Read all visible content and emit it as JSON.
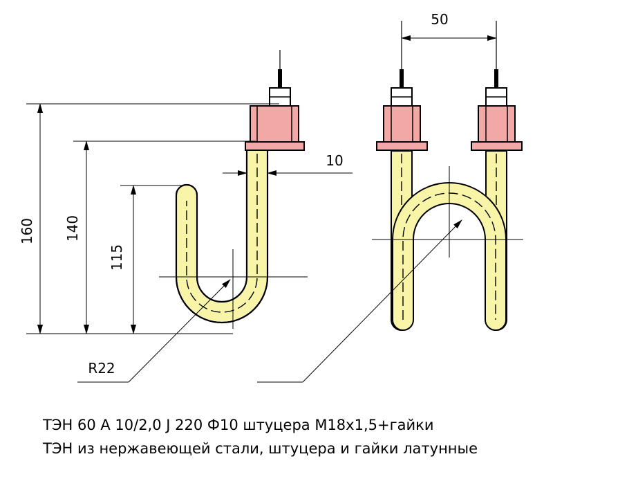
{
  "dimensions": {
    "total_height": "160",
    "height_to_flange": "140",
    "height_to_tip": "115",
    "tube_diameter": "10",
    "bend_radius": "R22",
    "terminal_spacing": "50"
  },
  "caption": {
    "line1": "ТЭН 60 А 10/2,0 J 220 Ф10 штуцера М18х1,5+гайки",
    "line2": "ТЭН из нержавеющей стали, штуцера и гайки латунные"
  },
  "colors": {
    "tube_fill": "#f8f4a8",
    "nut_fill": "#f3a8a8",
    "line": "#000000"
  }
}
